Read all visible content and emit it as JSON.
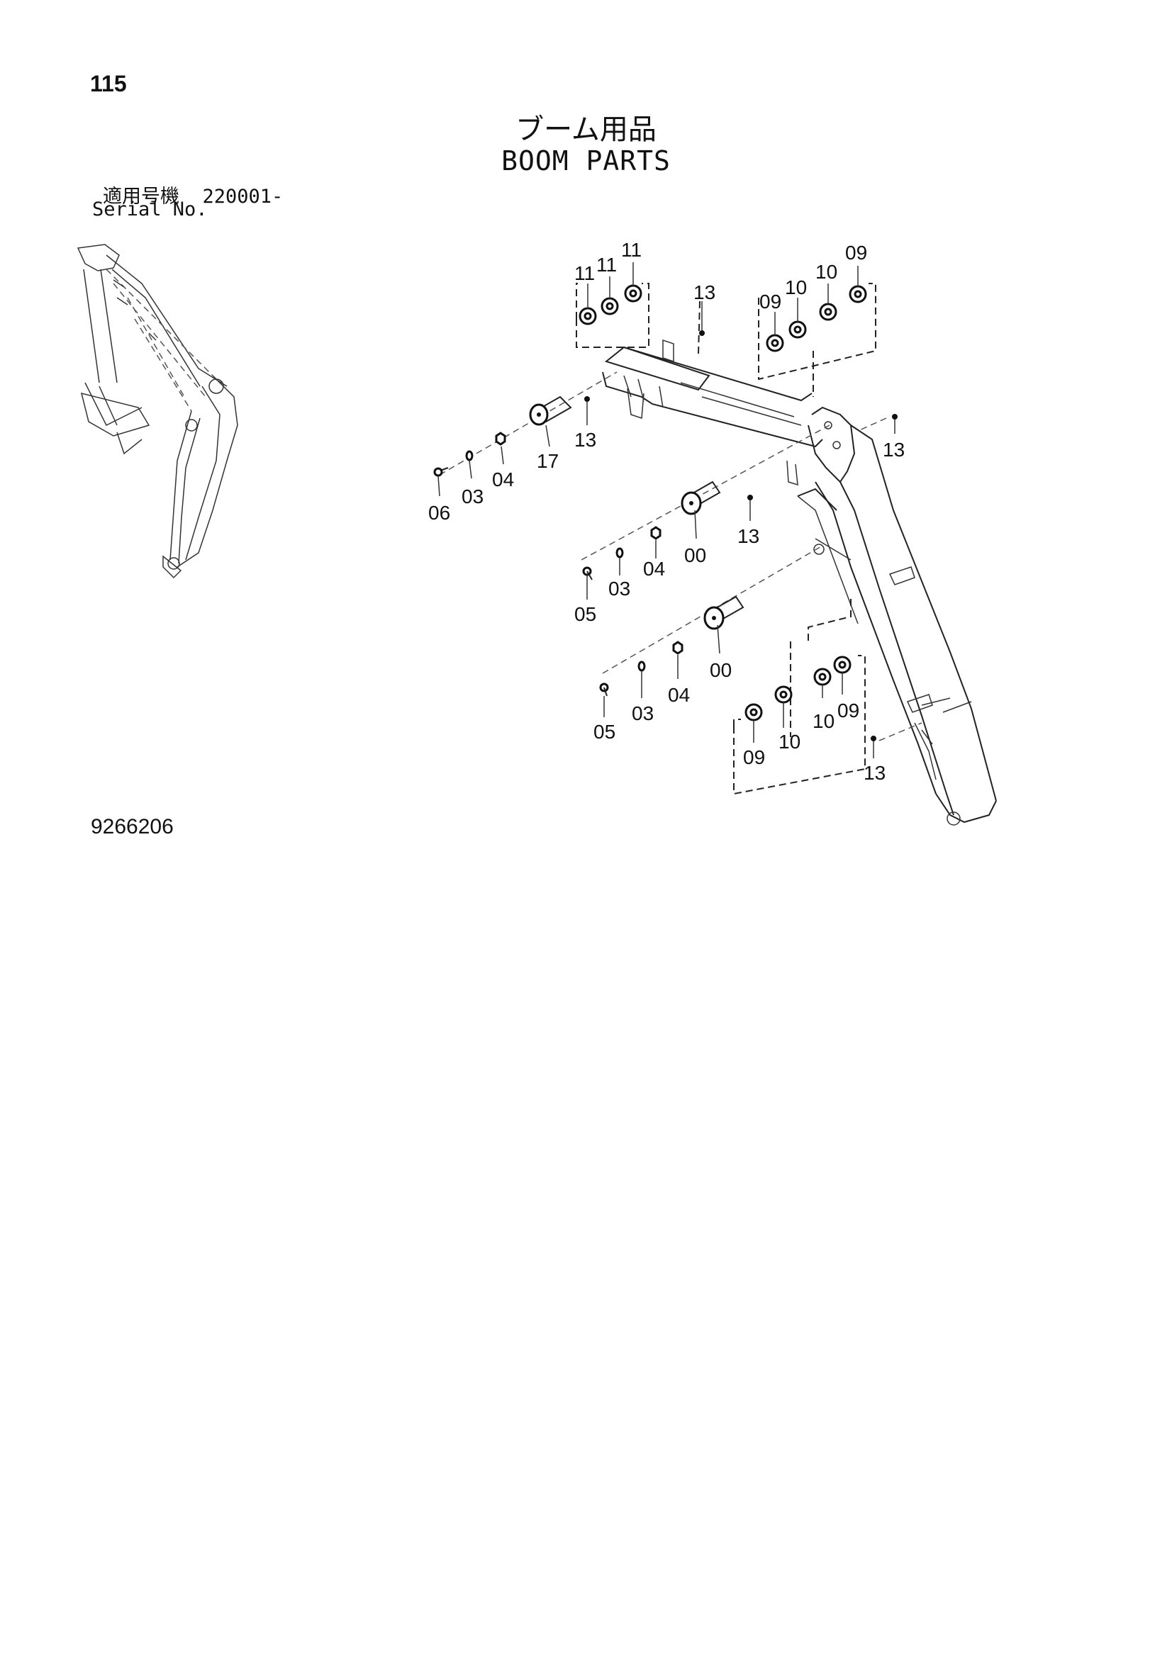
{
  "header": {
    "page_number": "115",
    "title_jp": "ブーム用品",
    "title_en": "BOOM PARTS",
    "serial_jp": "適用号機  220001-",
    "serial_en": "Serial No."
  },
  "footer": {
    "drawing_number": "9266206"
  },
  "callouts": [
    {
      "label": "11"
    },
    {
      "label": "11"
    },
    {
      "label": "11"
    },
    {
      "label": "13"
    },
    {
      "label": "09"
    },
    {
      "label": "10"
    },
    {
      "label": "10"
    },
    {
      "label": "09"
    },
    {
      "label": "13"
    },
    {
      "label": "17"
    },
    {
      "label": "13"
    },
    {
      "label": "04"
    },
    {
      "label": "03"
    },
    {
      "label": "06"
    },
    {
      "label": "13"
    },
    {
      "label": "00"
    },
    {
      "label": "04"
    },
    {
      "label": "03"
    },
    {
      "label": "05"
    },
    {
      "label": "00"
    },
    {
      "label": "04"
    },
    {
      "label": "03"
    },
    {
      "label": "05"
    },
    {
      "label": "09"
    },
    {
      "label": "10"
    },
    {
      "label": "10"
    },
    {
      "label": "09"
    },
    {
      "label": "13"
    }
  ]
}
